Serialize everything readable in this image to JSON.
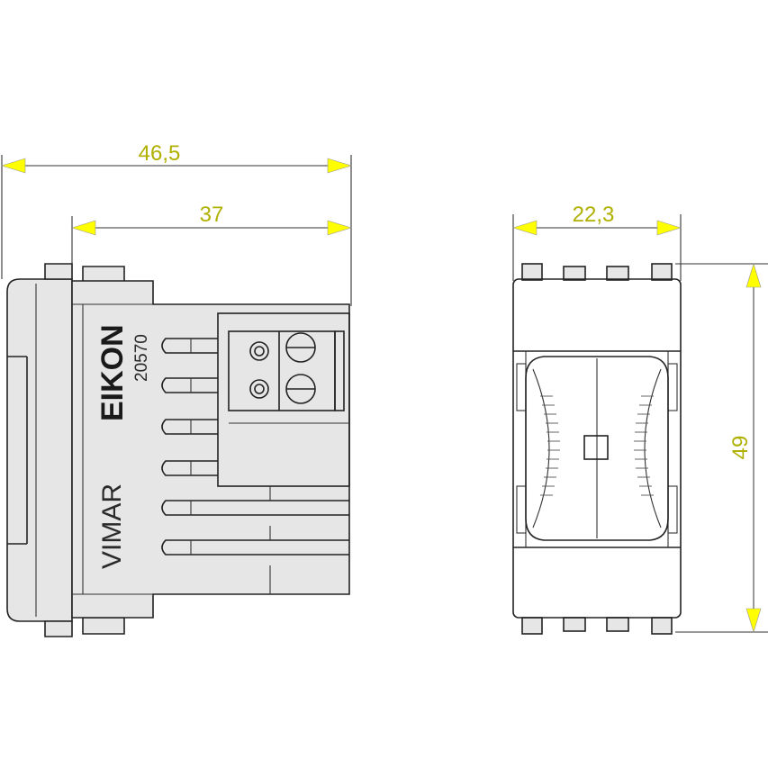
{
  "colors": {
    "dimension": "#ffff00",
    "dimension_text": "#b0b000",
    "outline": "#222222",
    "body": "#e6e6e6"
  },
  "dimensions": {
    "overall_depth": "46,5",
    "body_depth": "37",
    "width": "22,3",
    "height": "49"
  },
  "side_view": {
    "brand": "EIKON",
    "code": "20570",
    "manufacturer": "VIMAR"
  }
}
